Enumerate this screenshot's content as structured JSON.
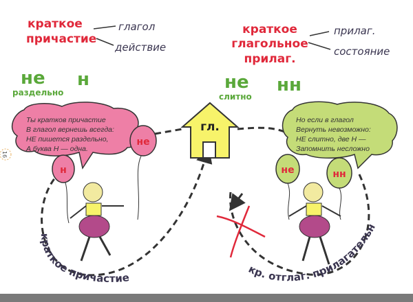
{
  "left": {
    "term": [
      "краткое",
      "причастие"
    ],
    "arrows": [
      "глагол",
      "действие"
    ],
    "ne": "не",
    "n": "н",
    "rule": "раздельно",
    "poem": [
      "Ты кратков причастие",
      "В глагол вернешь всегда:",
      "НЕ пишется раздельно,",
      "А буква Н — одна."
    ],
    "balloons": [
      "не",
      "н"
    ],
    "path_label": "краткое причастие"
  },
  "right": {
    "term": [
      "краткое",
      "глагольное",
      "прилаг."
    ],
    "arrows": [
      "прилаг.",
      "состояние"
    ],
    "ne": "не",
    "nn": "нн",
    "rule": "слитно",
    "poem": [
      "Но если в глагол",
      "Вернуть невозможно:",
      "НЕ слитно, две Н —",
      "Запомнить несложно"
    ],
    "balloons": [
      "не",
      "нн"
    ],
    "path_label": "кр. отглаг. прилагательное"
  },
  "house": {
    "label": "гл."
  },
  "page_number": "16",
  "colors": {
    "red": "#e0283a",
    "green": "#5aa83a",
    "pink": "#ee7fa6",
    "lime": "#c4dc78",
    "yellow": "#f7f36a"
  }
}
